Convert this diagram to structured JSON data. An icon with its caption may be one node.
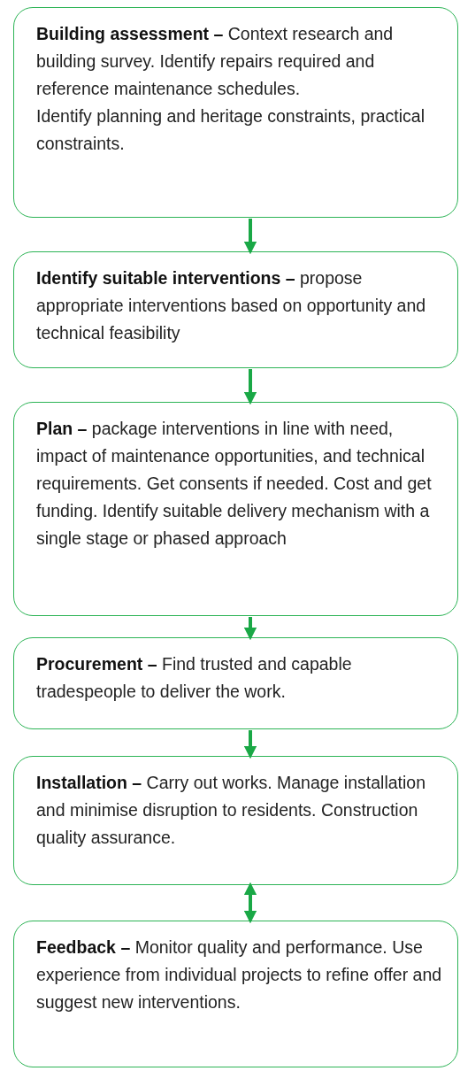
{
  "diagram": {
    "nodes": [
      {
        "text": [
          "**Building assessment –** Context research and building survey. Identify repairs required and reference maintenance schedules.",
          "Identify planning and heritage constraints, practical constraints."
        ]
      },
      {
        "text": [
          "**Identify suitable interventions –** propose appropriate interventions based on opportunity and technical feasibility"
        ]
      },
      {
        "text": [
          "**Plan –** package interventions in line with need, impact of maintenance opportunities, and technical requirements. Get consents if needed. Cost and get funding. Identify suitable delivery mechanism with a single stage or phased approach"
        ]
      },
      {
        "text": [
          "**Procurement –** Find trusted and capable tradespeople to deliver the work."
        ]
      },
      {
        "text": [
          "**Installation –** Carry out works. Manage installation and minimise disruption to residents. Construction quality assurance."
        ]
      },
      {
        "text": [
          "**Feedback –** Monitor quality and performance. Use experience from individual projects to refine offer and suggest new interventions."
        ]
      }
    ],
    "edges": [
      {
        "from": 0,
        "to": 1,
        "arrow": "to"
      },
      {
        "from": 1,
        "to": 2,
        "arrow": "to"
      },
      {
        "from": 2,
        "to": 3,
        "arrow": "to"
      },
      {
        "from": 3,
        "to": 4,
        "arrow": "to"
      },
      {
        "from": 4,
        "to": 5,
        "arrow": "both"
      }
    ]
  }
}
